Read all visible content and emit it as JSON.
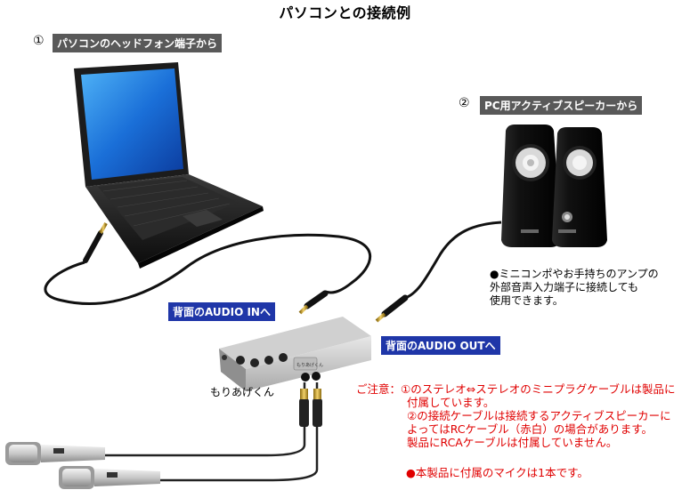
{
  "title": "パソコンとの接続例",
  "section1": {
    "number": "①",
    "label": "パソコンのヘッドフォン端子から"
  },
  "section2": {
    "number": "②",
    "label": "PC用アクティブスピーカーから"
  },
  "speaker_note": [
    "●ミニコンポやお手持ちのアンプの",
    "外部音声入力端子に接続しても",
    "使用できます。"
  ],
  "audio_in_label": "背面のAUDIO INへ",
  "audio_out_label": "背面のAUDIO OUTへ",
  "device_name": "もりあげくん",
  "device_brand": "もりあげくん",
  "caution": {
    "heading": "ご注意：",
    "lines": [
      "①のステレオ⇔ステレオのミニプラグケーブルは製品に",
      "付属しています。",
      "②の接続ケーブルは接続するアクティブスピーカーに",
      "よってはRCケーブル（赤白）の場合があります。",
      "製品にRCAケーブルは付属していません。"
    ],
    "mic_note": "●本製品に付属のマイクは1本です。"
  },
  "colors": {
    "tag_gray": "#595959",
    "tag_blue": "#1f36a8",
    "caution_red": "#e00000"
  }
}
